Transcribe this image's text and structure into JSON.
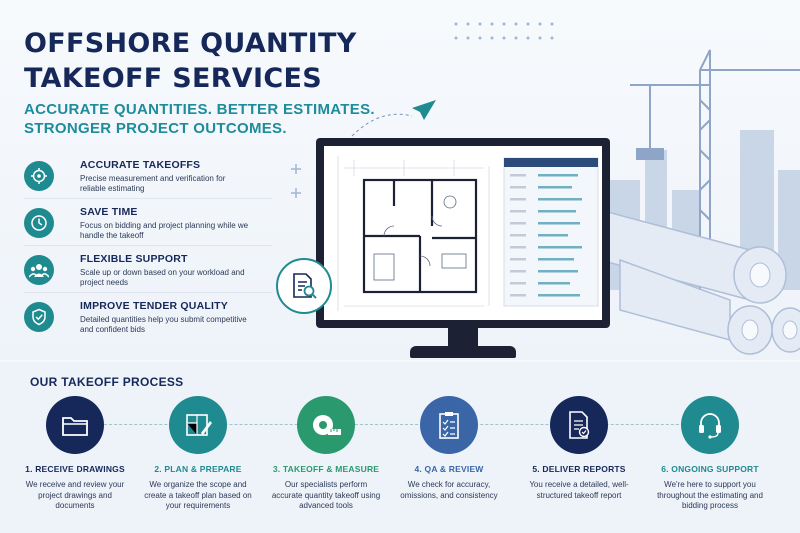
{
  "hero": {
    "title": "OFFSHORE QUANTITY TAKEOFF SERVICES",
    "subtitle": "ACCURATE QUANTITIES. BETTER ESTIMATES. STRONGER PROJECT OUTCOMES."
  },
  "features": [
    {
      "title": "ACCURATE TAKEOFFS",
      "text": "Precise measurement and verification for reliable estimating",
      "icon": "target-icon"
    },
    {
      "title": "SAVE TIME",
      "text": "Focus on bidding and project planning while we handle the takeoff",
      "icon": "clock-icon"
    },
    {
      "title": "FLEXIBLE SUPPORT",
      "text": "Scale up or down based on your workload and project needs",
      "icon": "team-icon"
    },
    {
      "title": "IMPROVE TENDER QUALITY",
      "text": "Detailed quantities help you submit competitive and confident bids",
      "icon": "shield-check-icon"
    }
  ],
  "process": {
    "title": "OUR TAKEOFF PROCESS",
    "steps": [
      {
        "title": "1. RECEIVE DRAWINGS",
        "text": "We receive and review your project drawings and documents",
        "color": "#16285a",
        "icon": "folder-icon"
      },
      {
        "title": "2. PLAN & PREPARE",
        "text": "We organize the scope and create a takeoff plan based on your requirements",
        "color": "#1f8a8f",
        "icon": "blueprint-icon"
      },
      {
        "title": "3. TAKEOFF & MEASURE",
        "text": "Our specialists perform accurate quantity takeoff using advanced tools",
        "color": "#2a9a6e",
        "icon": "tape-measure-icon"
      },
      {
        "title": "4. QA & REVIEW",
        "text": "We check for accuracy, omissions, and consistency",
        "color": "#3a66a8",
        "icon": "checklist-icon"
      },
      {
        "title": "5. DELIVER REPORTS",
        "text": "You receive a detailed, well-structured takeoff report",
        "color": "#16285a",
        "icon": "report-icon"
      },
      {
        "title": "6. ONGOING SUPPORT",
        "text": "We're here to support you throughout the estimating and bidding process",
        "color": "#1f8a8f",
        "icon": "headset-icon"
      }
    ]
  }
}
